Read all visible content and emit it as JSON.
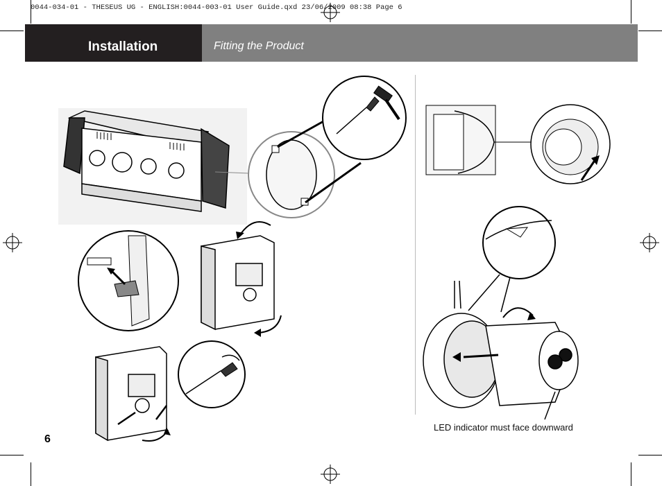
{
  "slug_line": "0044-034-01 - THESEUS UG - ENGLISH:0044-003-01 User Guide.qxd  23/06/2009  08:38  Page 6",
  "header": {
    "section_title": "Installation",
    "subtitle": "Fitting the Product"
  },
  "page_number": "6",
  "caption": "LED indicator must face downward",
  "colors": {
    "header_dark": "#231f20",
    "header_grey": "#808080",
    "text": "#000000"
  },
  "icons": [
    "registration-mark-icon",
    "screwdriver-icon",
    "hammer-icon",
    "rotate-arrow-icon"
  ]
}
